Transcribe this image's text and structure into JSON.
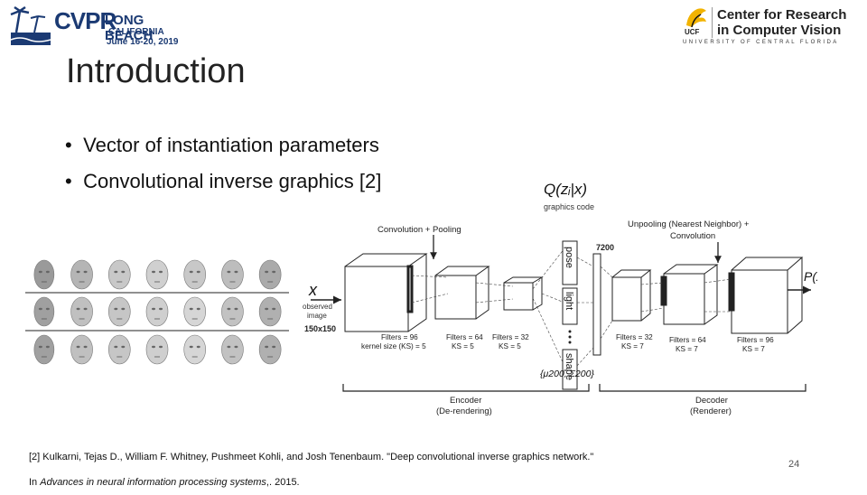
{
  "header": {
    "cvpr_logo": {
      "wordmark": "CVPR",
      "location": "LONG BEACH",
      "region": "CALIFORNIA",
      "dates": "June 16-20, 2019"
    },
    "ucf_logo": {
      "line1": "Center for Research",
      "line2": "in Computer Vision",
      "short": "UCF",
      "university": "UNIVERSITY OF CENTRAL FLORIDA"
    }
  },
  "slide": {
    "title": "Introduction",
    "bullets": [
      "Vector of instantiation parameters",
      "Convolutional inverse graphics [2]"
    ],
    "bullet_marker": "•"
  },
  "figure": {
    "q_label": "Q(zᵢ|x)",
    "graphics_code": "graphics code",
    "conv_pool": "Convolution + Pooling",
    "unpool_line1": "Unpooling (Nearest Neighbor) +",
    "unpool_line2": "Convolution",
    "size_7200": "7200",
    "x_label": "x",
    "observed_line1": "observed",
    "observed_line2": "image",
    "image_size": "150x150",
    "enc_blocks": [
      {
        "line1": "Filters = 96",
        "line2": "kernel size (KS) = 5"
      },
      {
        "line1": "Filters = 64",
        "line2": "KS = 5"
      },
      {
        "line1": "Filters = 32",
        "line2": "KS = 5"
      }
    ],
    "dec_blocks": [
      {
        "line1": "Filters = 32",
        "line2": "KS = 7"
      },
      {
        "line1": "Filters = 64",
        "line2": "KS = 7"
      },
      {
        "line1": "Filters = 96",
        "line2": "KS = 7"
      }
    ],
    "latent": [
      "pose",
      "light",
      "shape"
    ],
    "mu_sigma": "{μ200, Σ200}",
    "p_label": "P(x|z)",
    "encoder_line1": "Encoder",
    "encoder_line2": "(De-rendering)",
    "decoder_line1": "Decoder",
    "decoder_line2": "(Renderer)"
  },
  "footer": {
    "ref_line1": "[2] Kulkarni, Tejas D., William F. Whitney, Pushmeet Kohli, and Josh Tenenbaum. \"Deep convolutional inverse graphics network.\"",
    "ref_line2_prefix": "In ",
    "ref_line2_italic": "Advances in neural information processing systems",
    "ref_line2_suffix": ",. 2015.",
    "page_number": "24"
  },
  "colors": {
    "cvpr_blue": "#1b3a73",
    "ucf_gold": "#f2b300"
  }
}
